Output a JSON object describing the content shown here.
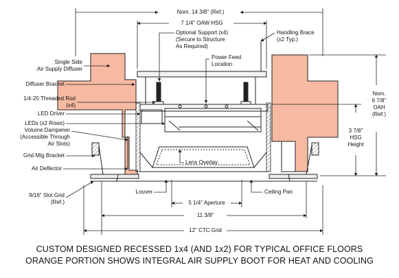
{
  "labels": {
    "nom_width": "Nom. 14 3/8\" (Ref.)",
    "oaw_hsg": "7 1/4\" OAW HSG",
    "optional_support": [
      "Optional Support (x4)",
      "(Secure to Structure",
      "As Required)"
    ],
    "handling_brace": [
      "Handling Brace",
      "(x2 Typ.)"
    ],
    "power_feed": [
      "Power Feed",
      "Location"
    ],
    "single_side": [
      "Single Side",
      "Air Supply Diffuser"
    ],
    "diffuser_bracket": "Diffuser Bracket",
    "threaded_rod": [
      "1/4-20 Threaded Rod",
      "(x4)"
    ],
    "led_driver": "LED Driver",
    "leds": "LEDs (x2 Rows)",
    "volume_dampener": [
      "Volume Dampener",
      "(Accessible Through",
      "Air Slots)"
    ],
    "grid_mtg_bracket": "Grid Mtg Bracket",
    "air_deflector": "Air Deflector",
    "slot_grid": [
      "9/16\" Slot Grid",
      "(Ref.)"
    ],
    "lens_overlay": "Lens Overlay",
    "louver": "Louver",
    "aperture": "5 1/4\" Aperture",
    "ceiling_pan": "Ceiling Pan",
    "width_11": "11 3/8\"",
    "ctc_grid": "12\" CTC Grid",
    "nom_oah": [
      "Nom.",
      "6 7/8\"",
      "OAH",
      "(Ref.)"
    ],
    "hsg_height": [
      "3 7/8\"",
      "HSG",
      "Height"
    ]
  },
  "caption": {
    "line1": "CUSTOM DESIGNED RECESSED 1x4 (AND 1x2) FOR TYPICAL OFFICE FLOORS",
    "line2": "ORANGE PORTION SHOWS INTEGRAL AIR SUPPLY BOOT FOR HEAT AND COOLING"
  },
  "colors": {
    "boot": "#f6b9a1",
    "line": "#222222",
    "hatch": "#555555"
  }
}
